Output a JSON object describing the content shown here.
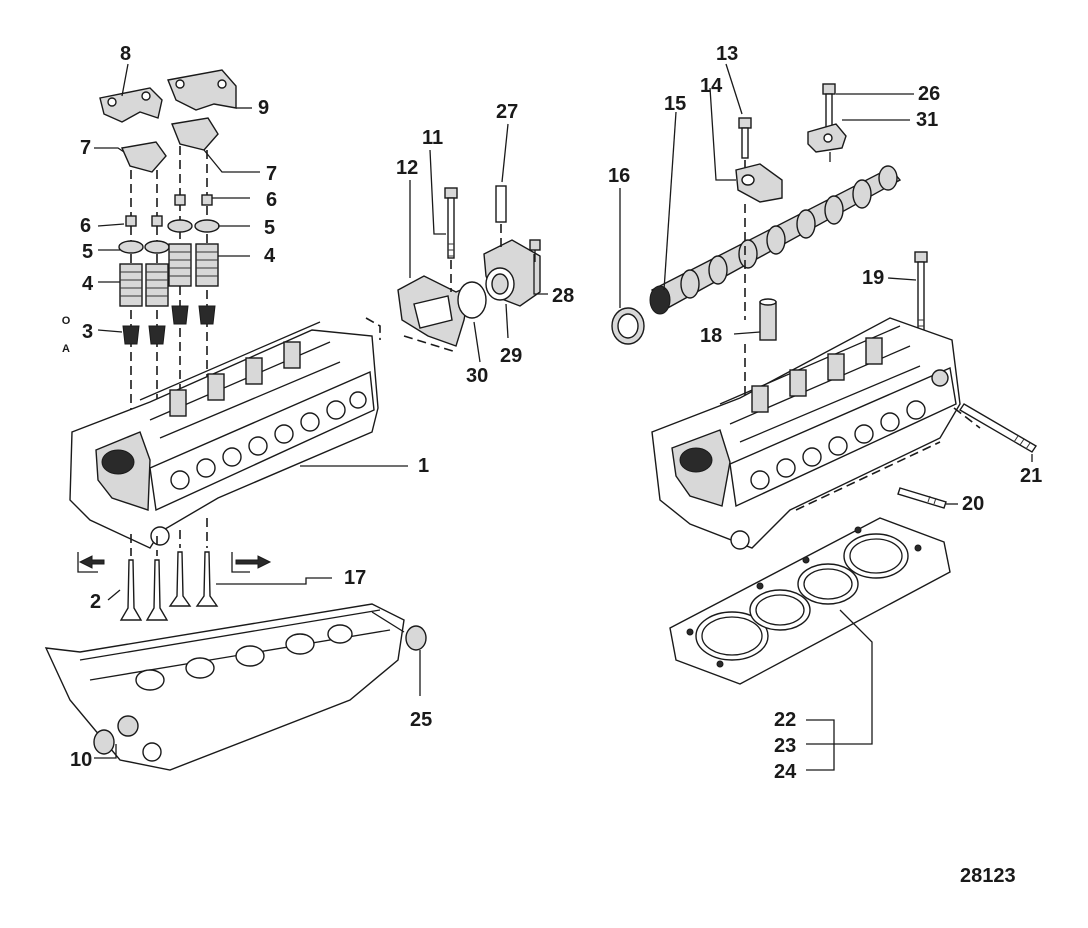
{
  "figure_number": "28123",
  "orientation_marks": [
    "O",
    "A"
  ],
  "callouts": [
    {
      "id": "c1",
      "text": "1"
    },
    {
      "id": "c2",
      "text": "2"
    },
    {
      "id": "c3",
      "text": "3"
    },
    {
      "id": "c4a",
      "text": "4"
    },
    {
      "id": "c4b",
      "text": "4"
    },
    {
      "id": "c5a",
      "text": "5"
    },
    {
      "id": "c5b",
      "text": "5"
    },
    {
      "id": "c6a",
      "text": "6"
    },
    {
      "id": "c6b",
      "text": "6"
    },
    {
      "id": "c7a",
      "text": "7"
    },
    {
      "id": "c7b",
      "text": "7"
    },
    {
      "id": "c8",
      "text": "8"
    },
    {
      "id": "c9",
      "text": "9"
    },
    {
      "id": "c10",
      "text": "10"
    },
    {
      "id": "c11",
      "text": "11"
    },
    {
      "id": "c12",
      "text": "12"
    },
    {
      "id": "c13",
      "text": "13"
    },
    {
      "id": "c14",
      "text": "14"
    },
    {
      "id": "c15",
      "text": "15"
    },
    {
      "id": "c16",
      "text": "16"
    },
    {
      "id": "c17",
      "text": "17"
    },
    {
      "id": "c18",
      "text": "18"
    },
    {
      "id": "c19",
      "text": "19"
    },
    {
      "id": "c20",
      "text": "20"
    },
    {
      "id": "c21",
      "text": "21"
    },
    {
      "id": "c22",
      "text": "22"
    },
    {
      "id": "c23",
      "text": "23"
    },
    {
      "id": "c24",
      "text": "24"
    },
    {
      "id": "c25",
      "text": "25"
    },
    {
      "id": "c26",
      "text": "26"
    },
    {
      "id": "c27",
      "text": "27"
    },
    {
      "id": "c28",
      "text": "28"
    },
    {
      "id": "c29",
      "text": "29"
    },
    {
      "id": "c30",
      "text": "30"
    },
    {
      "id": "c31",
      "text": "31"
    }
  ]
}
